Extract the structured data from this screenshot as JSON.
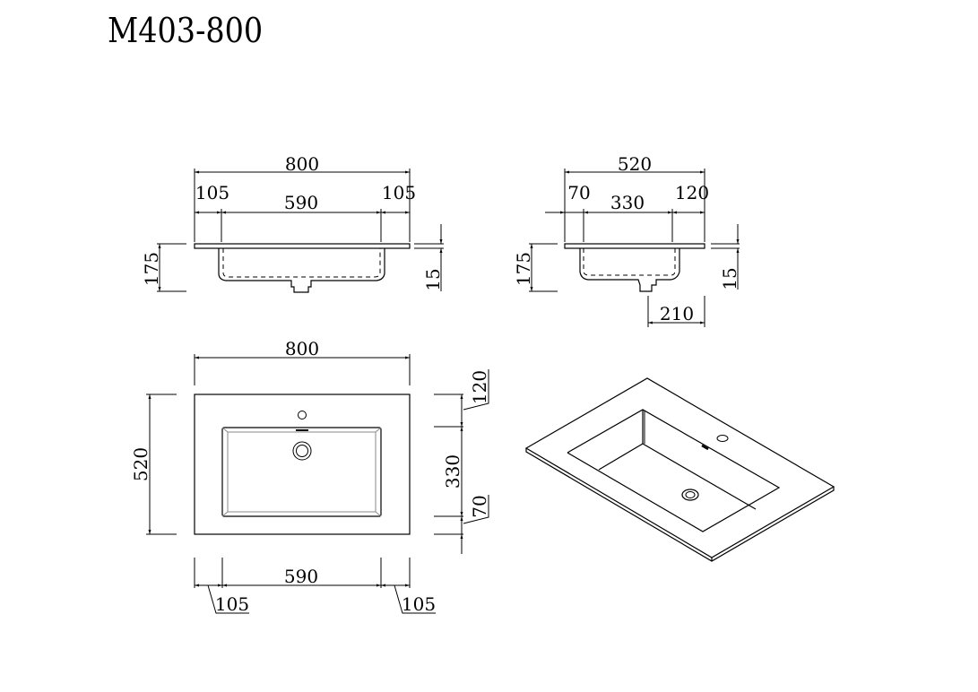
{
  "title": "M403-800",
  "front_view": {
    "overall_width": "800",
    "left_margin": "105",
    "basin_width": "590",
    "right_margin": "105",
    "total_height": "175",
    "slab_thickness": "15"
  },
  "side_view": {
    "overall_depth": "520",
    "front_margin": "70",
    "basin_depth": "330",
    "back_margin": "120",
    "total_height": "175",
    "slab_thickness": "15",
    "drain_offset": "210"
  },
  "top_view": {
    "overall_width": "800",
    "overall_depth": "520",
    "back_margin": "120",
    "basin_depth": "330",
    "front_margin": "70",
    "basin_width": "590",
    "left_margin": "105",
    "right_margin": "105"
  },
  "iso_view": {
    "label": "isometric-view"
  },
  "colors": {
    "line": "#000000",
    "background": "#ffffff",
    "hidden_line": "#000000"
  }
}
